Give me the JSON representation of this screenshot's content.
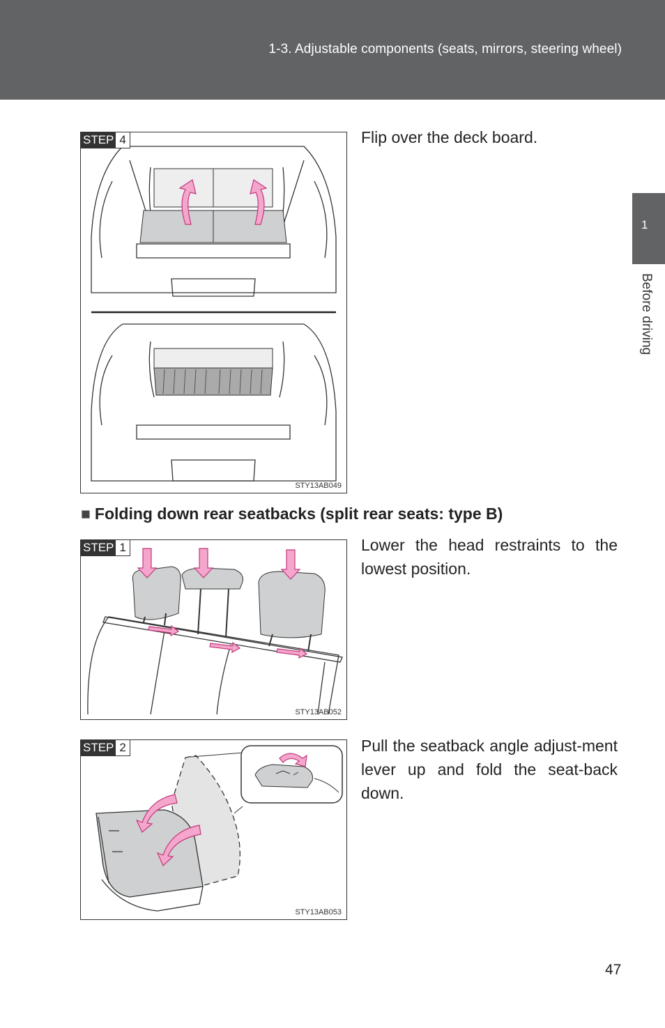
{
  "header": {
    "title": "1-3. Adjustable components (seats, mirrors, steering wheel)"
  },
  "side_tab": {
    "number": "1",
    "label": "Before driving"
  },
  "figures": [
    {
      "step_word": "STEP",
      "step_num": "4",
      "code": "STY13AB049"
    },
    {
      "step_word": "STEP",
      "step_num": "1",
      "code": "STY13AB052"
    },
    {
      "step_word": "STEP",
      "step_num": "2",
      "code": "STY13AB053"
    }
  ],
  "texts": {
    "step4": "Flip over the deck board.",
    "step1": "Lower the head restraints to the lowest position.",
    "step2": "Pull the seatback angle adjust-ment lever up and fold the seat-back down."
  },
  "section": {
    "bullet": "■",
    "title": "Folding down rear seatbacks (split rear seats: type B)"
  },
  "page_number": "47",
  "colors": {
    "header": "#616365",
    "arrow": "#f4a6cc",
    "arrow_stroke": "#c2387c",
    "panel": "#cfd0d1"
  }
}
